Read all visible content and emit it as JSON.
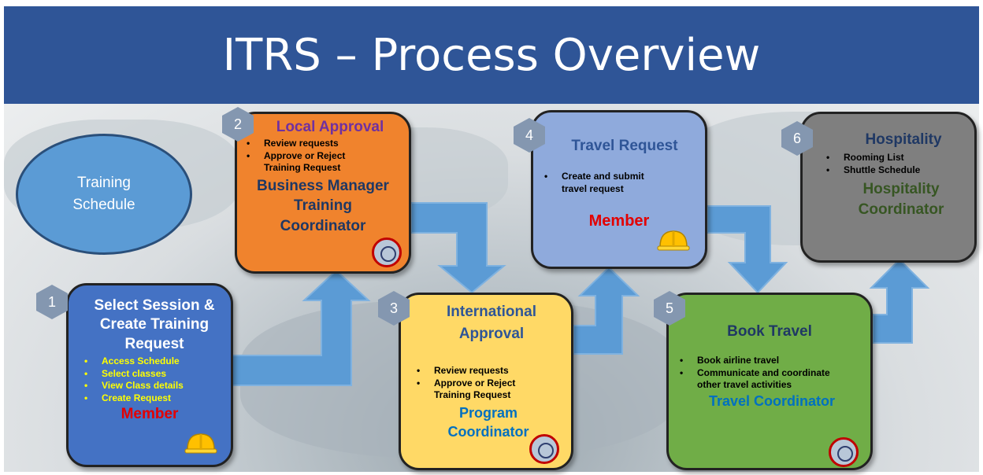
{
  "header": {
    "title": "ITRS – Process Overview"
  },
  "schedule": {
    "label": "Training Schedule"
  },
  "steps": [
    {
      "num": "1",
      "title": "Select Session & Create Training Request",
      "bullets": [
        "Access Schedule",
        "Select classes",
        "View Class details",
        "Create Request"
      ],
      "role": "Member"
    },
    {
      "num": "2",
      "title": "Local Approval",
      "bullets": [
        "Review requests",
        "Approve  or Reject Training Request"
      ],
      "role": "Business Manager Training Coordinator"
    },
    {
      "num": "3",
      "title": "International Approval",
      "bullets": [
        "Review requests",
        "Approve  or Reject Training Request"
      ],
      "role": "Program Coordinator"
    },
    {
      "num": "4",
      "title": "Travel Request",
      "bullets": [
        "Create and submit travel request"
      ],
      "role": "Member"
    },
    {
      "num": "5",
      "title": "Book Travel",
      "bullets": [
        "Book airline travel",
        "Communicate and coordinate other travel activities"
      ],
      "role": "Travel Coordinator"
    },
    {
      "num": "6",
      "title": "Hospitality",
      "bullets": [
        "Rooming List",
        "Shuttle Schedule"
      ],
      "role": "Hospitality Coordinator"
    }
  ],
  "icons": {
    "seal": "union-seal-icon",
    "hat": "hard-hat-icon"
  },
  "colors": {
    "header": "#2f5597",
    "step1": "#4472c4",
    "step2": "#f0832d",
    "step3": "#ffd966",
    "step4": "#8faadc",
    "step5": "#70ad47",
    "step6": "#7f7f7f",
    "arrow": "#5b9bd5"
  }
}
